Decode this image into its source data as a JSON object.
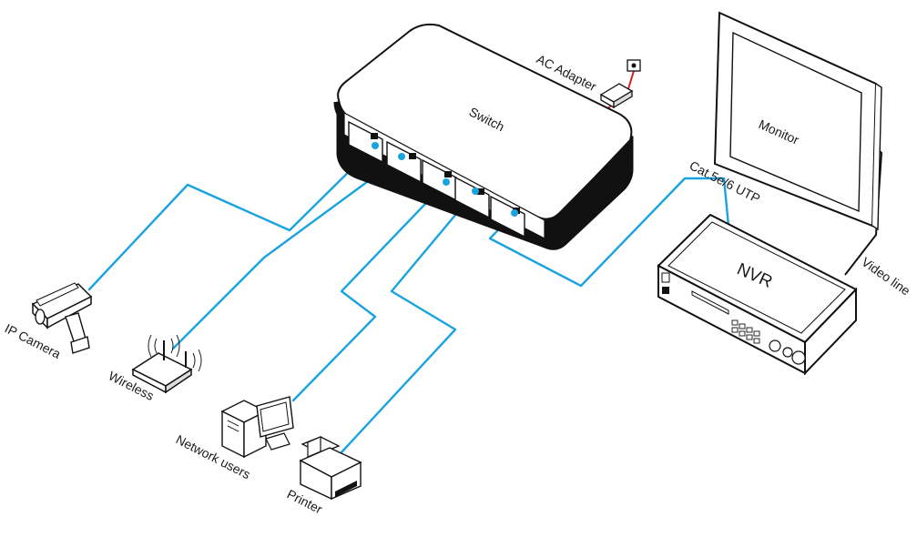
{
  "labels": {
    "switch": "Switch",
    "ac_adapter": "AC Adapter",
    "monitor": "Monitor",
    "cable_type": "Cat.5e/6 UTP",
    "nvr": "NVR",
    "video_line": "Video line",
    "ip_camera": "IP Camera",
    "wireless": "Wireless",
    "network_users": "Network users",
    "printer": "Printer"
  },
  "colors": {
    "network_cable": "#1aa3df",
    "power_cable": "#d81f26",
    "video_cable": "#111111",
    "switch_body": "#111111"
  },
  "switch_ports": 5,
  "icons": [
    "switch-icon",
    "ac-adapter-icon",
    "monitor-icon",
    "nvr-icon",
    "ip-camera-icon",
    "wireless-router-icon",
    "computer-icon",
    "printer-icon"
  ]
}
